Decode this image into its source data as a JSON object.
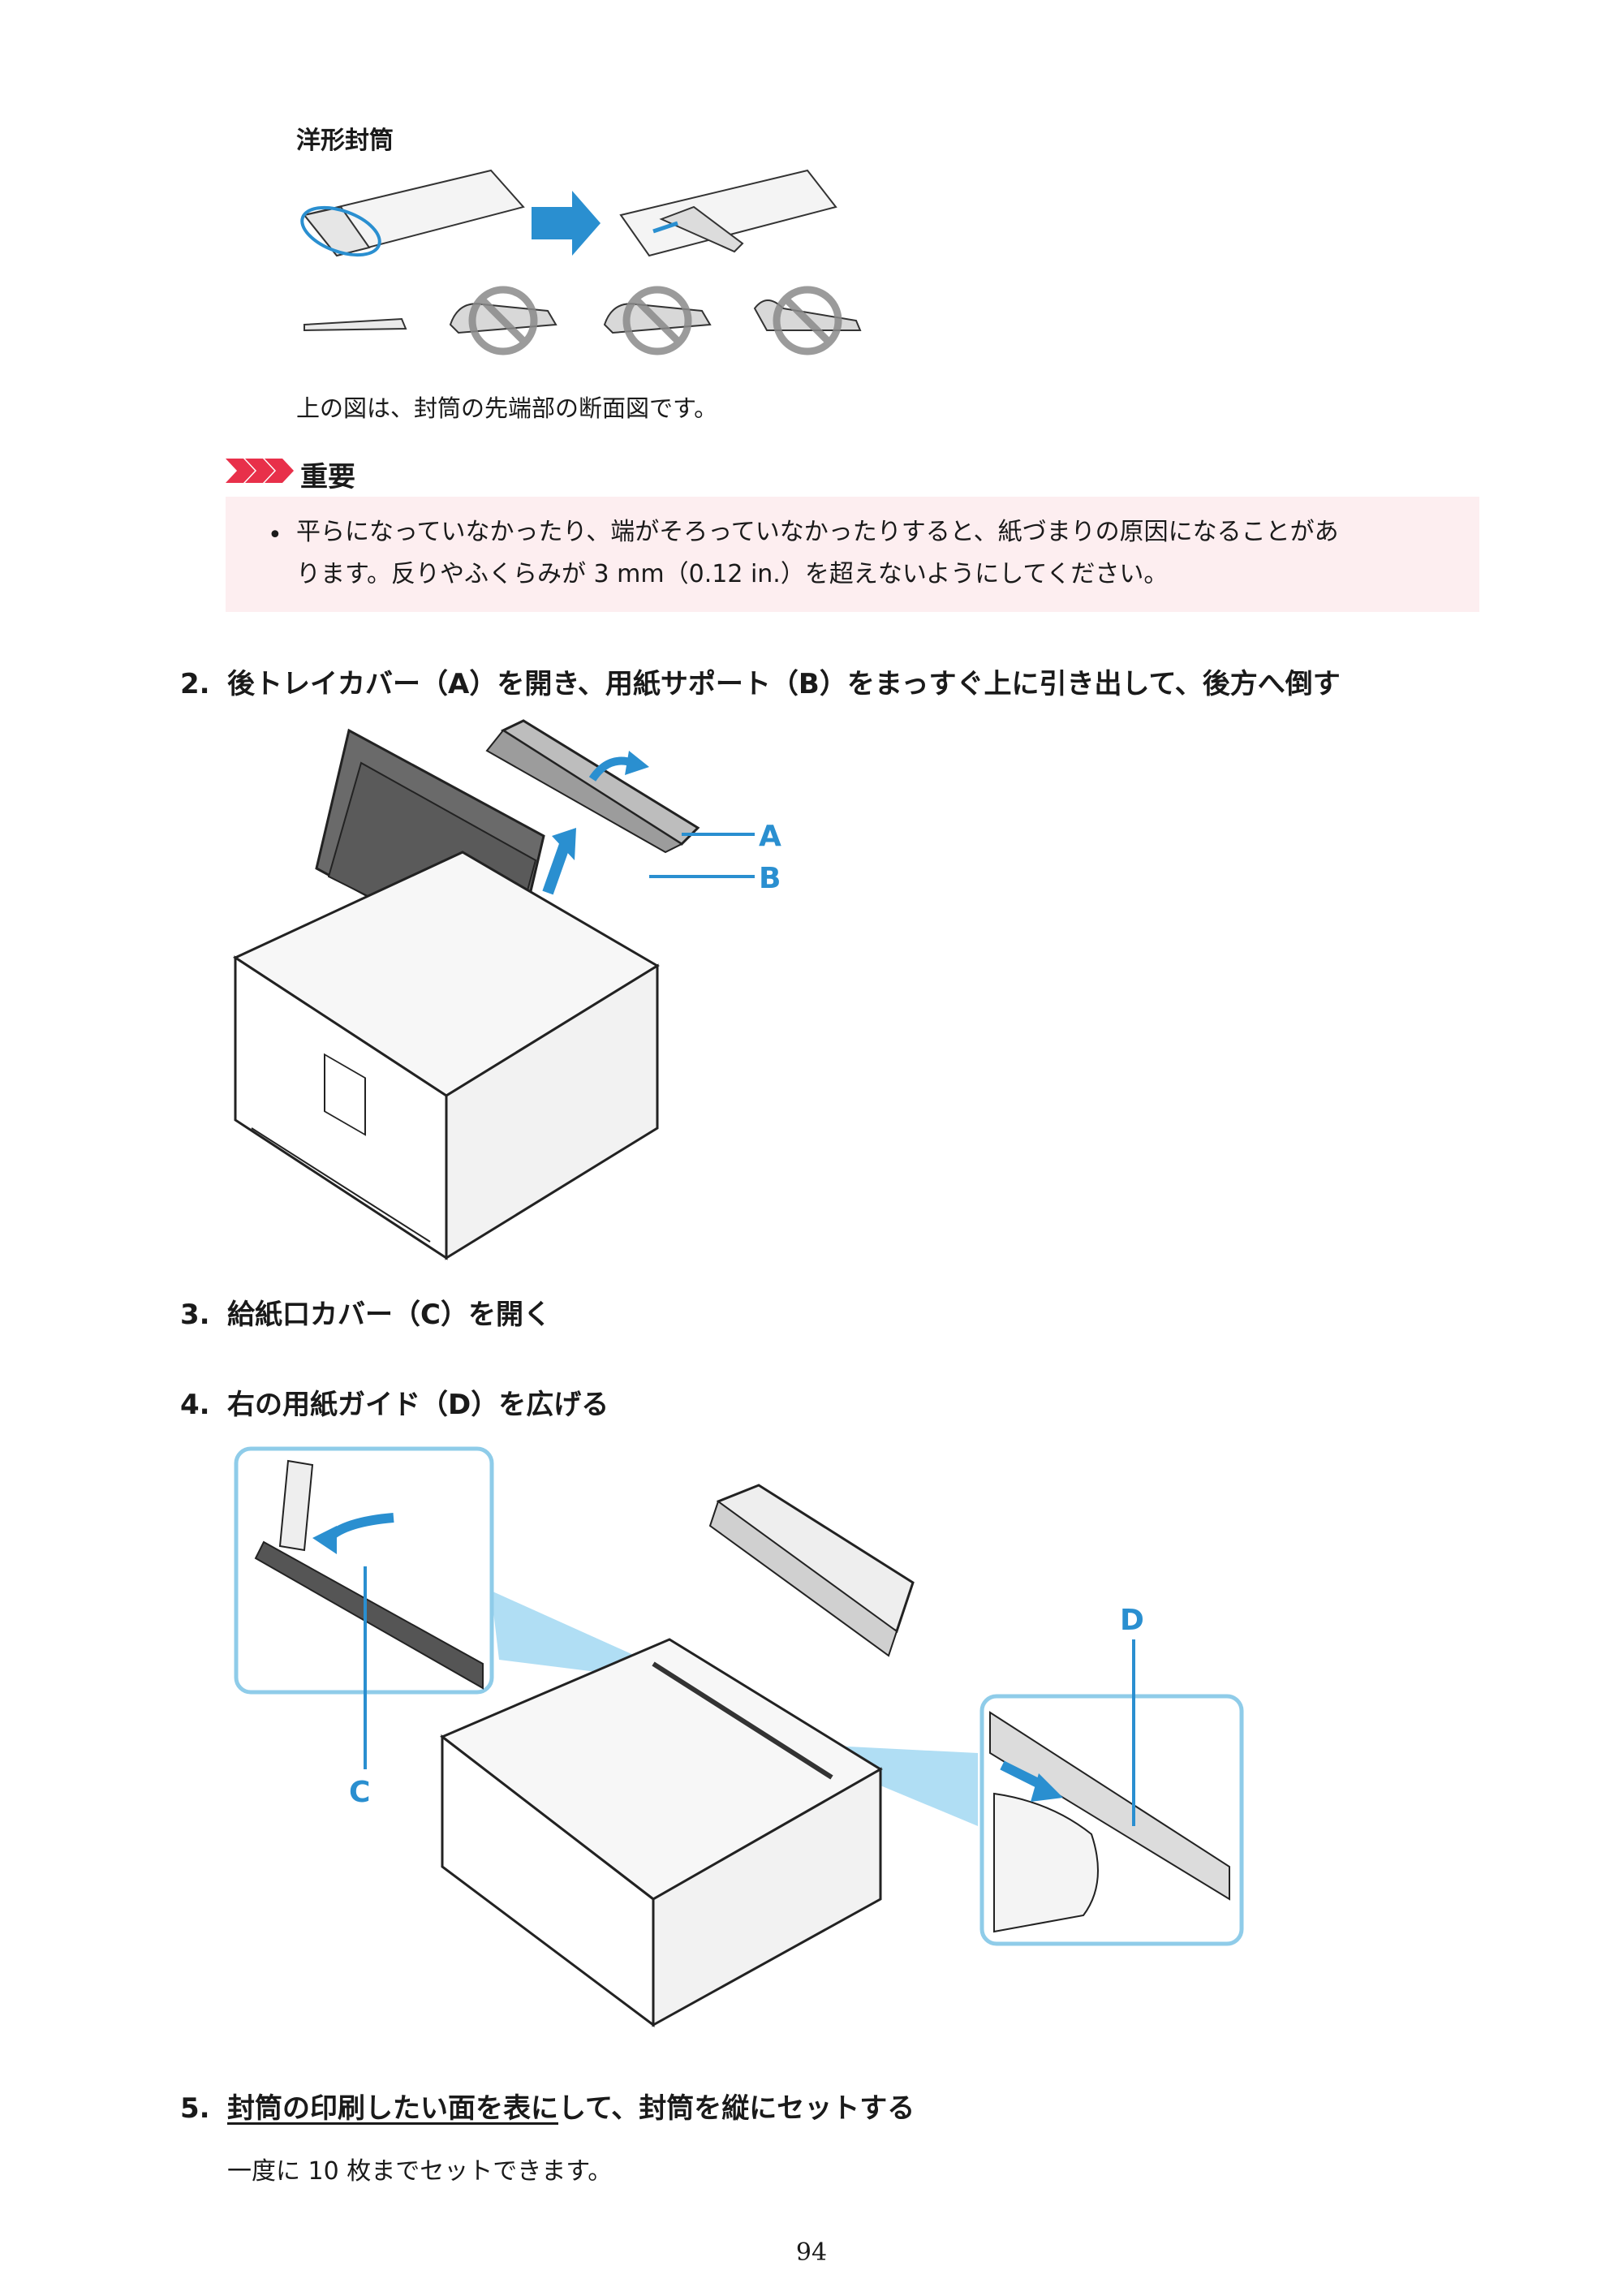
{
  "envelope_heading": "洋形封筒",
  "envelope_caption": "上の図は、封筒の先端部の断面図です。",
  "important": {
    "title": "重要",
    "bullet": "•",
    "line1": "平らになっていなかったり、端がそろっていなかったりすると、紙づまりの原因になることがあ",
    "line2": "ります。反りやふくらみが 3 mm（0.12 in.）を超えないようにしてください。"
  },
  "steps": [
    {
      "number": "2.",
      "text": "後トレイカバー（A）を開き、用紙サポート（B）をまっすぐ上に引き出して、後方へ倒す"
    },
    {
      "number": "3.",
      "text": "給紙口カバー（C）を開く"
    },
    {
      "number": "4.",
      "text": "右の用紙ガイド（D）を広げる"
    },
    {
      "number": "5.",
      "text_underlined": "封筒の印刷したい面を表に",
      "text_rest": "して、封筒を縦にセットする"
    }
  ],
  "figure_labels": {
    "a": "A",
    "b": "B",
    "c": "C",
    "d": "D"
  },
  "step5_note": "一度に 10 枚までセットできます。",
  "page_number": "94",
  "colors": {
    "accent_blue": "#2a8fd0",
    "important_red": "#e8304a",
    "important_bg": "#fdeef0"
  }
}
